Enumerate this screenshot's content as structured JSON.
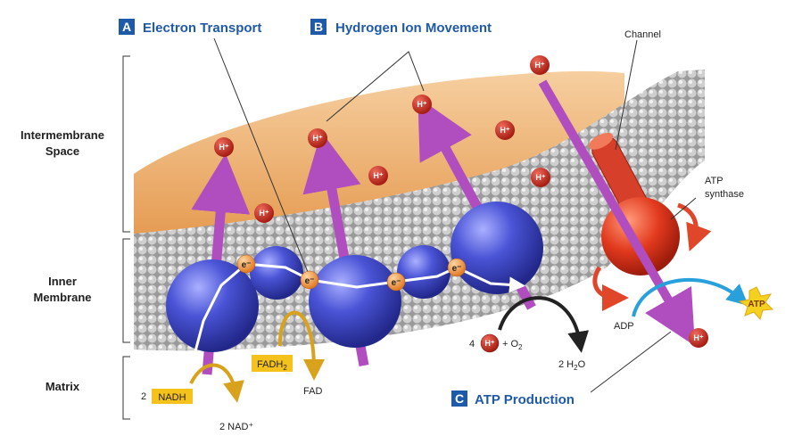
{
  "colors": {
    "intermembrane_space": "#e9a15a",
    "membrane_bead": "#b9b9b9",
    "protein_complex": "#3f48c8",
    "proton_arrow": "#b04ec0",
    "hydrogen_ion": "#c0281e",
    "electron": "#e9862e",
    "atp_synthase": "#e23a1e",
    "header_blue": "#1f5aa8",
    "carrier_box": "#f5c21c",
    "atp_star": "#f4d11e",
    "adp_arrow": "#27a0dc"
  },
  "headers": {
    "a": {
      "letter": "A",
      "label": "Electron Transport"
    },
    "b": {
      "letter": "B",
      "label": "Hydrogen Ion Movement"
    },
    "c": {
      "letter": "C",
      "label": "ATP Production"
    }
  },
  "regions": {
    "intermembrane_line1": "Intermembrane",
    "intermembrane_line2": "Space",
    "inner_line1": "Inner",
    "inner_line2": "Membrane",
    "matrix": "Matrix"
  },
  "labels": {
    "channel": "Channel",
    "atp_synthase_line1": "ATP",
    "atp_synthase_line2": "synthase",
    "adp": "ADP",
    "atp": "ATP",
    "nadh_coef": "2",
    "nadh": "NADH",
    "nad": "2 NAD⁺",
    "fadh2_main": "FADH",
    "fadh2_sub": "2",
    "fad": "FAD",
    "water_coef": "4",
    "oxygen_text": "+ O",
    "oxygen_sub": "2",
    "water_main": "2 H",
    "water_sub": "2",
    "water_o": "O"
  },
  "ions": {
    "hydrogen": "H⁺",
    "electron": "e⁻"
  }
}
